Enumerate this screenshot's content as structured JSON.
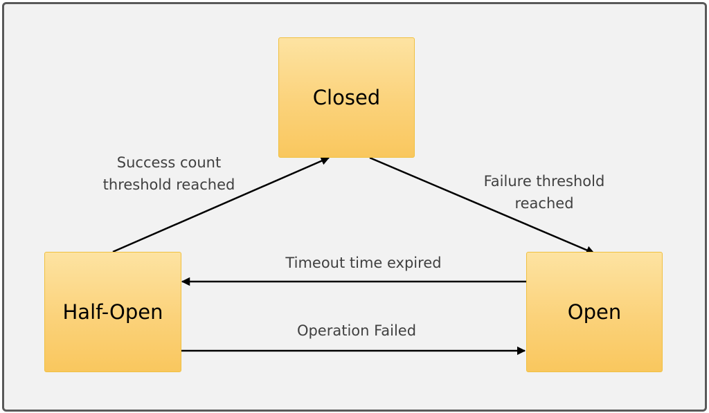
{
  "states": {
    "closed": "Closed",
    "half_open": "Half-Open",
    "open": "Open"
  },
  "transitions": {
    "success_line1": "Success count",
    "success_line2": "threshold reached",
    "failure_line1": "Failure threshold",
    "failure_line2": "reached",
    "timeout": "Timeout time expired",
    "operation_failed": "Operation Failed"
  }
}
